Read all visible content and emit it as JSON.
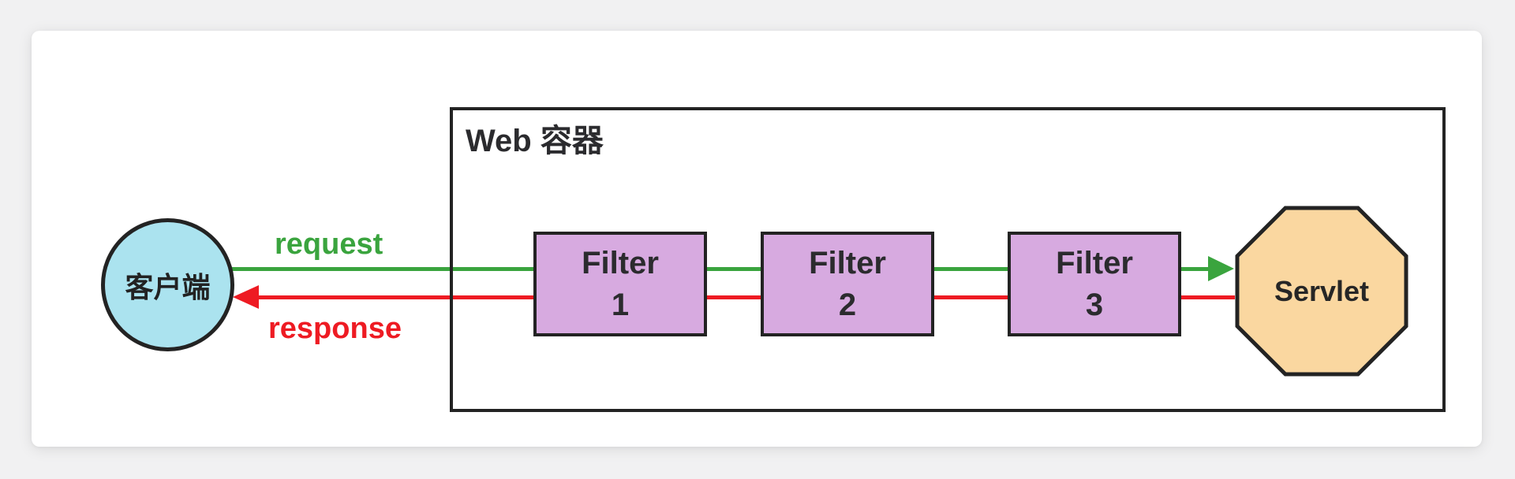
{
  "container": {
    "label": "Web 容器"
  },
  "client": {
    "label": "客户端"
  },
  "filters": [
    {
      "line1": "Filter",
      "line2": "1"
    },
    {
      "line1": "Filter",
      "line2": "2"
    },
    {
      "line1": "Filter",
      "line2": "3"
    }
  ],
  "servlet": {
    "label": "Servlet"
  },
  "request": {
    "label": "request"
  },
  "response": {
    "label": "response"
  },
  "colors": {
    "bg": "#f1f1f2",
    "card": "#ffffff",
    "stroke": "#232323",
    "text-dark": "#2b2b2e",
    "green": "#3aa43e",
    "red": "#ee1b23",
    "client-fill": "#abe3ef",
    "filter-fill": "#d7aae0",
    "servlet-fill": "#fad7a0"
  }
}
